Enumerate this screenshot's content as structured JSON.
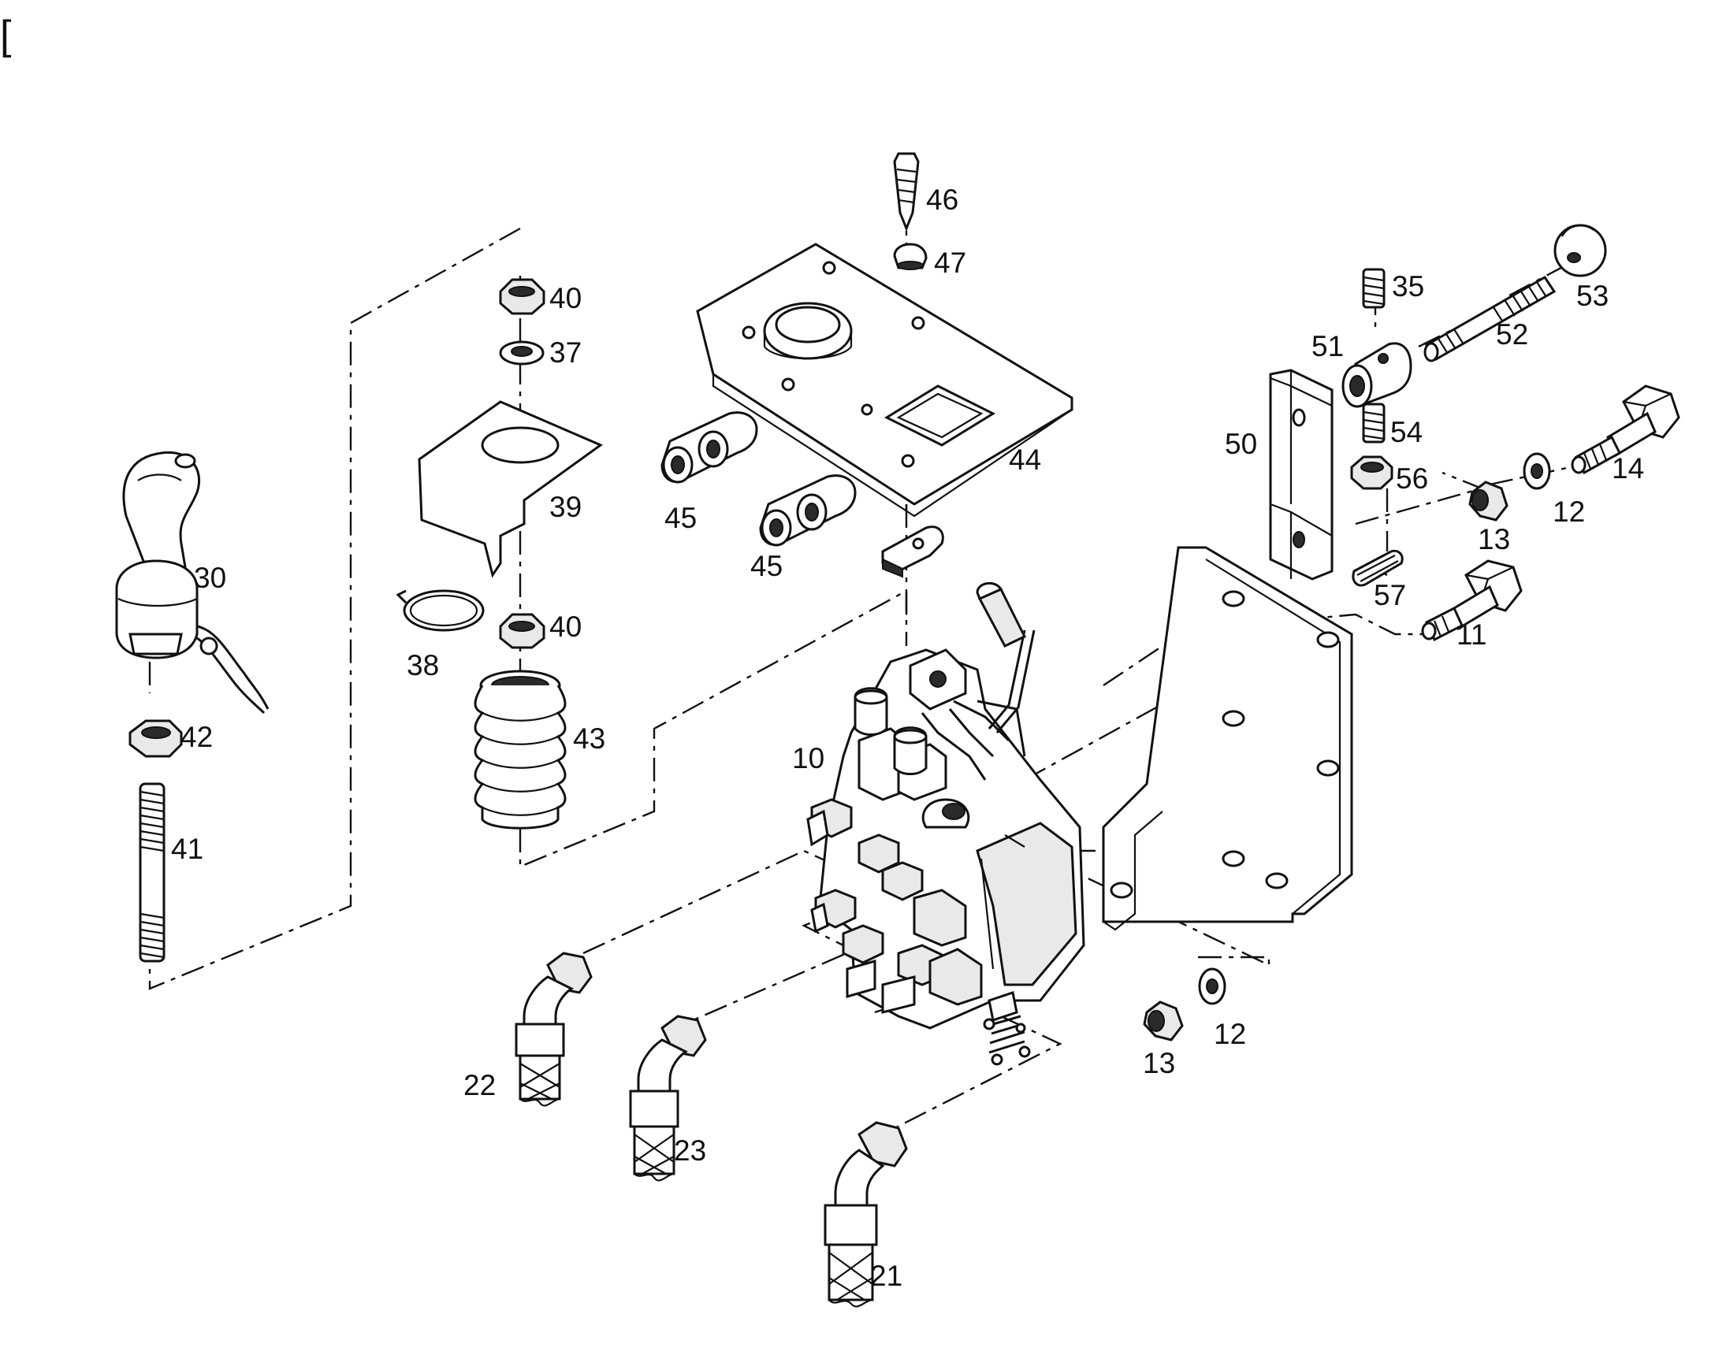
{
  "diagram": {
    "corner_mark": "[",
    "parts": [
      {
        "id": "cap-screw",
        "label": "46"
      },
      {
        "id": "cup-washer",
        "label": "47"
      },
      {
        "id": "nut-top",
        "label": "40"
      },
      {
        "id": "washer",
        "label": "37"
      },
      {
        "id": "bracket",
        "label": "39"
      },
      {
        "id": "nut-mid",
        "label": "40"
      },
      {
        "id": "hose-clamp",
        "label": "38"
      },
      {
        "id": "bellows",
        "label": "43"
      },
      {
        "id": "joystick-handle",
        "label": "30"
      },
      {
        "id": "handle-nut",
        "label": "42"
      },
      {
        "id": "threaded-stud",
        "label": "41"
      },
      {
        "id": "cover-plate",
        "label": "44"
      },
      {
        "id": "bushing-a",
        "label": "45"
      },
      {
        "id": "bushing-b",
        "label": "45"
      },
      {
        "id": "control-valve",
        "label": "10"
      },
      {
        "id": "fitting-22",
        "label": "22"
      },
      {
        "id": "fitting-23",
        "label": "23"
      },
      {
        "id": "fitting-21",
        "label": "21"
      },
      {
        "id": "set-screw",
        "label": "35"
      },
      {
        "id": "rod-end",
        "label": "51"
      },
      {
        "id": "threaded-rod",
        "label": "52"
      },
      {
        "id": "knob",
        "label": "53"
      },
      {
        "id": "set-screw-lower",
        "label": "54"
      },
      {
        "id": "lock-nut",
        "label": "56"
      },
      {
        "id": "lever-arm",
        "label": "50"
      },
      {
        "id": "bolt-14",
        "label": "14"
      },
      {
        "id": "washer-12-top",
        "label": "12"
      },
      {
        "id": "nut-13-top",
        "label": "13"
      },
      {
        "id": "roll-pin",
        "label": "57"
      },
      {
        "id": "bolt-11",
        "label": "11"
      },
      {
        "id": "nut-13-bottom",
        "label": "13"
      },
      {
        "id": "washer-12-bottom",
        "label": "12"
      }
    ]
  }
}
